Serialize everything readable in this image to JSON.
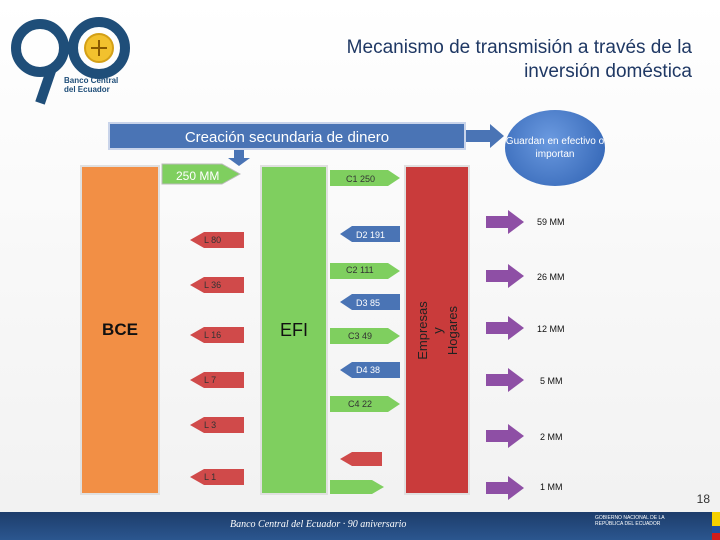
{
  "header": {
    "title_line1": "Mecanismo de transmisión a través de la",
    "title_line2": "inversión doméstica",
    "logo_text_1": "Banco Central",
    "logo_text_2": "del Ecuador"
  },
  "banner": {
    "label": "Creación secundaria de dinero"
  },
  "circle": {
    "text": "Guardan en efectivo o importan"
  },
  "blocks": {
    "bce": "BCE",
    "efi": "EFI",
    "empresas": "Empresas\ny\nHogares"
  },
  "top_arrow": "250 MM",
  "loans": [
    "L 80",
    "L 36",
    "L 16",
    "L 7",
    "L 3",
    "L 1"
  ],
  "flows": {
    "c1": "C1 250",
    "d2": "D2 191",
    "c2": "C2 111",
    "d3": "D3 85",
    "c3": "C3 49",
    "d4": "D4 38",
    "c4": "C4 22"
  },
  "outputs": [
    "59 MM",
    "26 MM",
    "12 MM",
    "5 MM",
    "2 MM",
    "1 MM"
  ],
  "page_number": "18",
  "footer": {
    "text": "Banco Central del Ecuador · 90 aniversario",
    "gov": "GOBIERNO NACIONAL DE LA REPÚBLICA DEL ECUADOR"
  },
  "colors": {
    "banner": "#4a74b5",
    "bce": "#f28f45",
    "efi": "#7fcf5f",
    "empresas": "#c93b3b",
    "arrow_green": "#7fcf5f",
    "arrow_red": "#d04a4a",
    "arrow_blue": "#4a74b5",
    "arrow_purple": "#8e4fa5"
  }
}
